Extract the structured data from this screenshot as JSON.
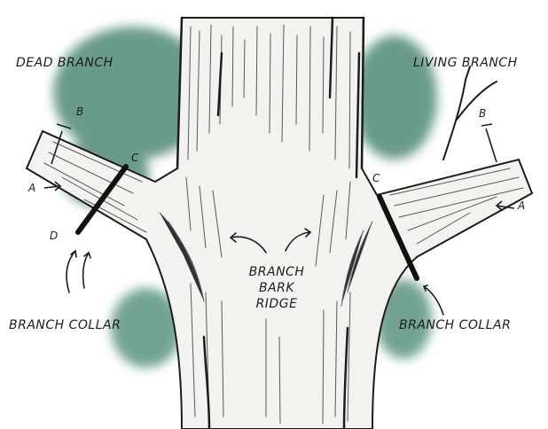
{
  "labels": {
    "dead_branch": "DEAD BRANCH",
    "living_branch": "LIVING BRANCH",
    "branch_collar_left": "BRANCH COLLAR",
    "branch_collar_right": "BRANCH COLLAR",
    "ridge_line1": "BRANCH",
    "ridge_line2": "BARK",
    "ridge_line3": "RIDGE",
    "left_a": "A",
    "left_b": "B",
    "left_c": "C",
    "left_d": "D",
    "right_a": "A",
    "right_b": "B",
    "right_c": "C"
  },
  "colors": {
    "foliage": "#4f8a74",
    "ink": "#1c1c1c",
    "bark_shade": "#6b6b6b"
  }
}
